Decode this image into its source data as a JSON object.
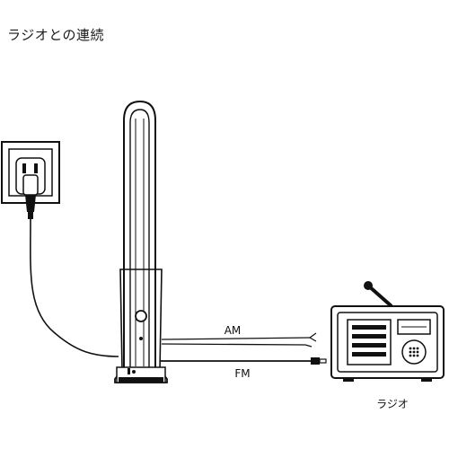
{
  "header": {
    "title": "ラジオとの連続"
  },
  "diagram": {
    "cable_labels": {
      "am": "AM",
      "fm": "FM"
    },
    "devices": {
      "radio": "ラジオ"
    }
  }
}
